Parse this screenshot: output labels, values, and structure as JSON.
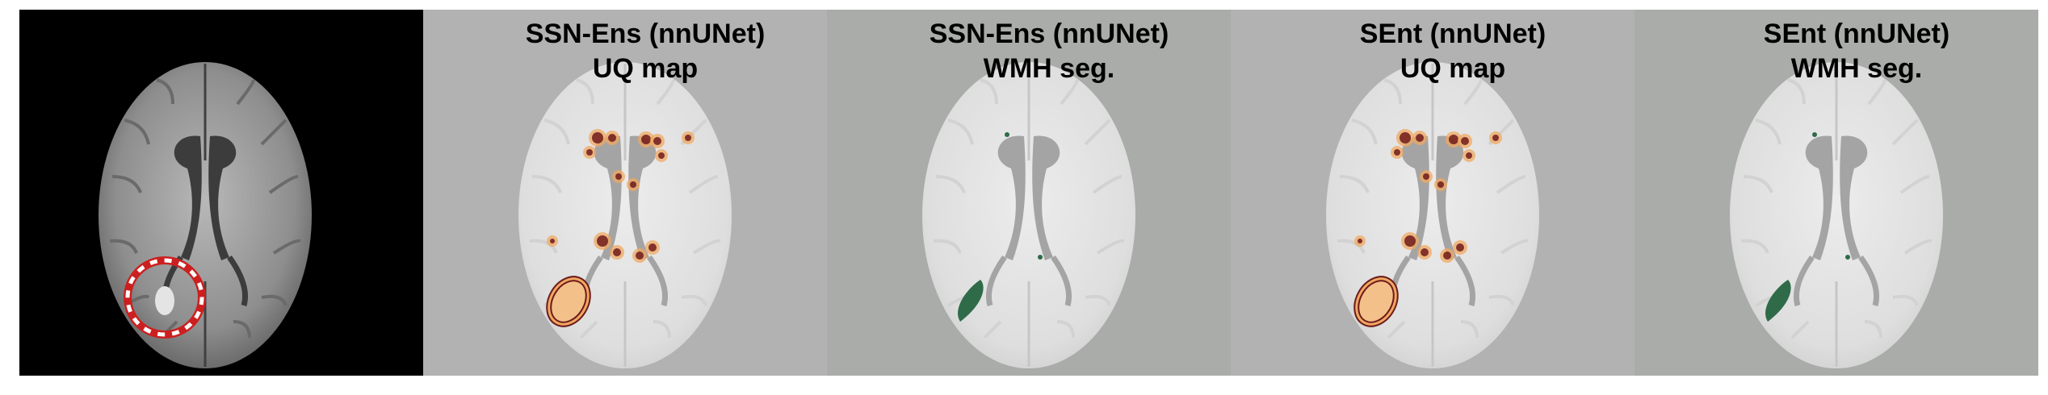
{
  "colors": {
    "page_bg": "#ffffff",
    "input_bg": "#000000",
    "panel_bg": "#b2b2b2",
    "panel_bg_green": "#a9aca9",
    "brain_input": "#9a9a9a",
    "brain_faded": "#e6e6e6",
    "ventricle": "#a4a4a4",
    "uq_orange": "#f0a862",
    "uq_dark": "#6e1a1a",
    "seg_green": "#2f6b48",
    "marker_red": "#cc1f1f"
  },
  "panels": [
    {
      "id": "input-flair",
      "title_line1": "",
      "title_line2": "",
      "kind": "input",
      "bg": "#000000"
    },
    {
      "id": "ssn-ens-uq",
      "title_line1": "SSN-Ens (nnUNet)",
      "title_line2": "UQ map",
      "kind": "uq",
      "bg": "#b2b2b2"
    },
    {
      "id": "ssn-ens-seg",
      "title_line1": "SSN-Ens (nnUNet)",
      "title_line2": "WMH seg.",
      "kind": "seg",
      "bg": "#a9aca9"
    },
    {
      "id": "sent-uq",
      "title_line1": "SEnt (nnUNet)",
      "title_line2": "UQ map",
      "kind": "uq",
      "bg": "#b2b2b2"
    },
    {
      "id": "sent-seg",
      "title_line1": "SEnt (nnUNet)",
      "title_line2": "WMH seg.",
      "kind": "seg",
      "bg": "#a9aca9"
    }
  ]
}
